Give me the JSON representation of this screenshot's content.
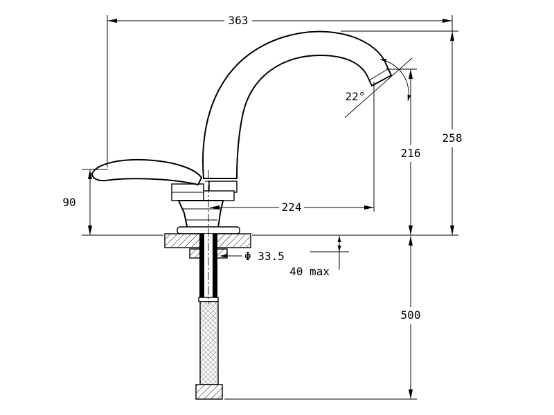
{
  "colors": {
    "line": "#000000",
    "background": "#ffffff"
  },
  "dims": {
    "total_width": "363",
    "overall_height": "258",
    "outlet_height": "216",
    "outlet_angle": "22°",
    "handle_height": "90",
    "spout_reach": "224",
    "hole_diameter": "Φ 33.5",
    "max_deck_thickness": "40 max",
    "hose_length": "500"
  }
}
